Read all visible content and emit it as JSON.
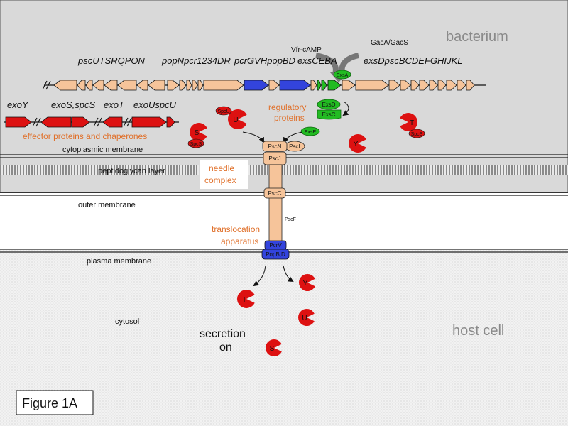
{
  "compartments": {
    "bacterium": "bacterium",
    "host_cell": "host cell",
    "cytosol": "cytosol"
  },
  "membranes": {
    "cytoplasmic": "cytoplasmic membrane",
    "peptidoglycan": "peptidoglycan layer",
    "outer": "outer membrane",
    "plasma": "plasma membrane"
  },
  "gene_clusters": {
    "psc_upper": "pscUTSRQPON",
    "pop": "popNpcr1234DR",
    "pcr": "pcrGVHpopBD",
    "exs": "exsCEBA",
    "exsD": "exsDpscBCDEFGHIJKL",
    "exoY": "exoY",
    "exoS": "exoS,spcS",
    "exoT": "exoT",
    "exoU": "exoUspcU"
  },
  "regulators": {
    "vfr": "Vfr-cAMP",
    "gac": "GacA/GacS"
  },
  "group_labels": {
    "effectors": "effector proteins and chaperones",
    "regulatory": "regulatory proteins",
    "needle": "needle complex",
    "translocation": "translocation apparatus"
  },
  "proteins": {
    "exsA": "ExsA",
    "exsD": "ExsD",
    "exsC": "ExsC",
    "exsE": "ExsE",
    "pscN": "PscN",
    "pscL": "PscL",
    "pscJ": "PscJ",
    "pscC": "PscC",
    "pscF": "PscF",
    "pcrV": "PcrV",
    "popBD": "PopB,D"
  },
  "effectors": {
    "spcU": "SpcU",
    "U": "U",
    "S": "S",
    "spcS": "SpcS",
    "Y": "Y",
    "T": "T"
  },
  "footer": {
    "secretion": "secretion",
    "on": "on",
    "figure": "Figure 1A"
  },
  "colors": {
    "gene_orange": "#f6c49a",
    "gene_blue": "#3344dd",
    "gene_green": "#22bb22",
    "effector_red": "#dd1111",
    "label_orange": "#e0702a",
    "bacterium_bg": "#d9d9d9"
  }
}
